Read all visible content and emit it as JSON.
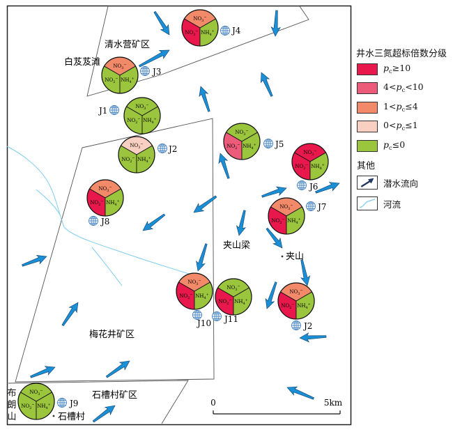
{
  "legend": {
    "title": "井水三氮超标倍数分级",
    "classes": [
      {
        "key": "c1",
        "color": "#E8174C",
        "prefix": "",
        "var": "p",
        "sub": "c",
        "suffix": "≥10"
      },
      {
        "key": "c2",
        "color": "#EC5C7A",
        "prefix": "4<",
        "var": "p",
        "sub": "c",
        "suffix": "<10"
      },
      {
        "key": "c3",
        "color": "#F28A6A",
        "prefix": "1<",
        "var": "p",
        "sub": "c",
        "suffix": "≤4"
      },
      {
        "key": "c4",
        "color": "#F8CFC0",
        "prefix": "0<",
        "var": "p",
        "sub": "c",
        "suffix": "≤1"
      },
      {
        "key": "c5",
        "color": "#9BC53D",
        "prefix": "",
        "var": "p",
        "sub": "c",
        "suffix": "≤0"
      }
    ],
    "other_title": "其他",
    "flow_label": "潜水流向",
    "river_label": "河流",
    "flow_icon": "flow-arrow-icon",
    "river_icon": "river-line-icon"
  },
  "colors": {
    "flow_arrow": "#1B8FD5",
    "flow_arrow_outline": "#0E3F6E",
    "river": "#7FCDF0",
    "boundary": "#555555",
    "well_icon": "#3F7FC0"
  },
  "ions": [
    {
      "base": "NO",
      "sub": "3",
      "sup": "−"
    },
    {
      "base": "NO",
      "sub": "2",
      "sup": "−"
    },
    {
      "base": "NH",
      "sub": "4",
      "sup": "+"
    }
  ],
  "wells": [
    {
      "id": "J4",
      "NO3": "c3",
      "NO2": "c1",
      "NH4": "c5"
    },
    {
      "id": "J3",
      "NO3": "c3",
      "NO2": "c5",
      "NH4": "c5"
    },
    {
      "id": "J1",
      "NO3": "c5",
      "NO2": "c5",
      "NH4": "c5"
    },
    {
      "id": "J2",
      "NO3": "c4",
      "NO2": "c5",
      "NH4": "c5"
    },
    {
      "id": "J5",
      "NO3": "c5",
      "NO2": "c2",
      "NH4": "c5"
    },
    {
      "id": "J6",
      "NO3": "c1",
      "NO2": "c1",
      "NH4": "c5"
    },
    {
      "id": "J7",
      "NO3": "c3",
      "NO2": "c1",
      "NH4": "c5"
    },
    {
      "id": "J8",
      "NO3": "c3",
      "NO2": "c1",
      "NH4": "c5"
    },
    {
      "id": "J10",
      "NO3": "c3",
      "NO2": "c1",
      "NH4": "c5"
    },
    {
      "id": "J11",
      "NO3": "c5",
      "NO2": "c1",
      "NH4": "c5"
    },
    {
      "id": "J2",
      "NO3": "c3",
      "NO2": "c1",
      "NH4": "c5"
    },
    {
      "id": "J9",
      "NO3": "c5",
      "NO2": "c5",
      "NH4": "c5"
    }
  ],
  "places": {
    "qingshuiying": "清水营矿区",
    "baijijitan": "白芨芨滩",
    "jiashanliang": "夹山梁",
    "jiashan": "夹山",
    "meihuajing": "梅花井矿区",
    "shicaocun_area": "石槽村矿区",
    "bulangshan": "布朗山",
    "shicaocun": "石槽村"
  },
  "scale": {
    "start": "0",
    "end": "5km"
  }
}
